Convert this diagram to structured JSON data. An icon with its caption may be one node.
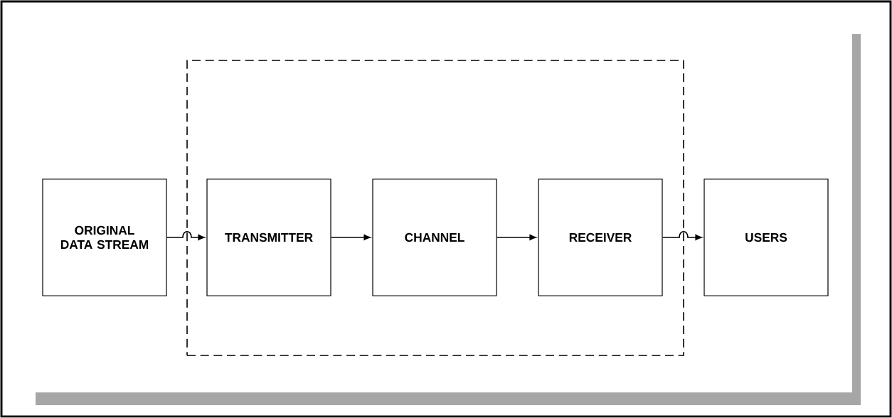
{
  "diagram": {
    "nodes": [
      {
        "text": [
          "ORIGINAL DATA STREAM"
        ]
      },
      {
        "text": [],
        "shape": "box"
      },
      {
        "text": [
          "TRANSMITTER"
        ],
        "in": 1
      },
      {
        "text": [
          "CHANNEL"
        ],
        "in": 1
      },
      {
        "text": [
          "RECEIVER"
        ],
        "in": 1
      },
      {
        "text": [
          "USERS"
        ]
      }
    ],
    "edges": [
      {
        "from": 0,
        "to": 2,
        "arrow": "to"
      },
      {
        "from": 2,
        "to": 3,
        "arrow": "to"
      },
      {
        "from": 3,
        "to": 4,
        "arrow": "to"
      },
      {
        "from": 4,
        "to": 5,
        "arrow": "to"
      }
    ]
  }
}
